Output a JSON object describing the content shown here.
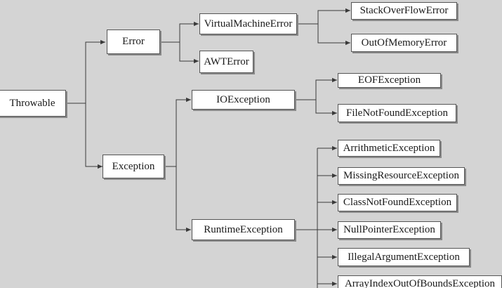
{
  "diagram": {
    "root": {
      "label": "Throwable"
    },
    "error": {
      "label": "Error",
      "children": {
        "vme": {
          "label": "VirtualMachineError",
          "children": {
            "sof": "StackOverFlowError",
            "oom": "OutOfMemoryError"
          }
        },
        "awt": "AWTError"
      }
    },
    "exception": {
      "label": "Exception",
      "children": {
        "io": {
          "label": "IOException",
          "children": {
            "eof": "EOFException",
            "fnf": "FileNotFoundException"
          }
        },
        "runtime": {
          "label": "RuntimeException",
          "children": {
            "arith": "ArrithmeticException",
            "missing": "MissingResourceException",
            "cnf": "ClassNotFoundException",
            "npe": "NullPointerException",
            "iae": "IllegalArgumentException",
            "aioobe": "ArrayIndexOutOfBoundsException"
          }
        }
      }
    }
  },
  "colors": {
    "background": "#d4d4d4",
    "box_fill": "#ffffff",
    "box_border": "#555555",
    "line": "#3a3a3a"
  }
}
